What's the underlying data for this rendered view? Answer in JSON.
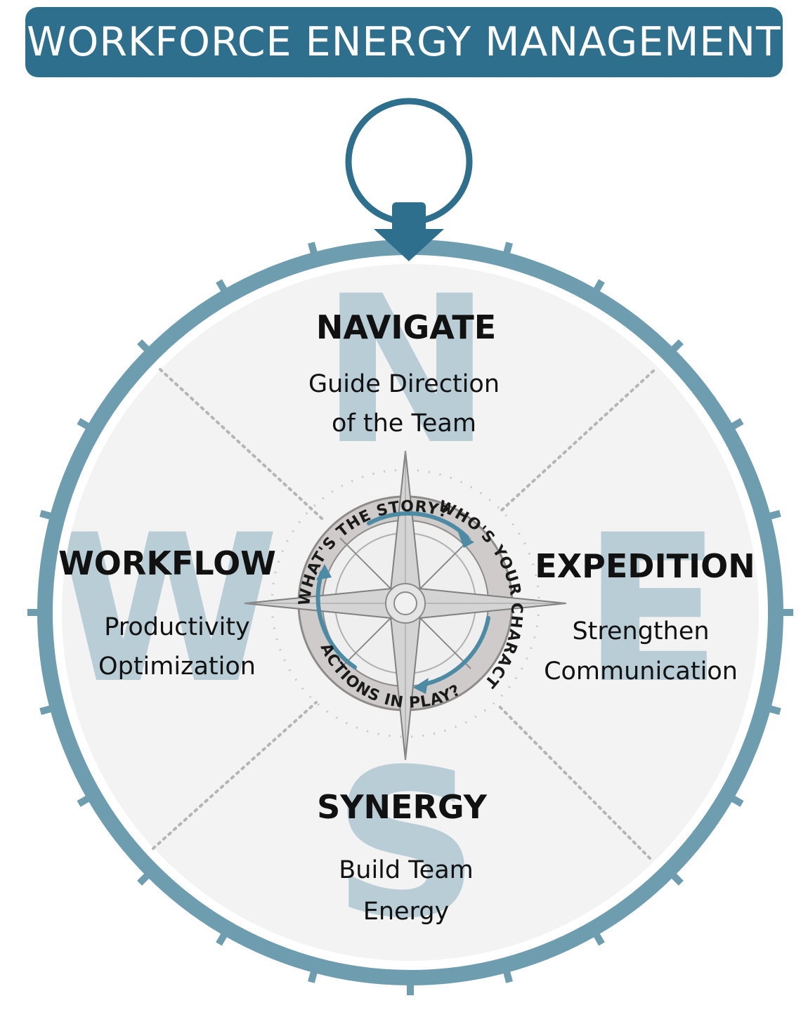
{
  "title": "WORKFORCE ENERGY MANAGEMENT",
  "colors": {
    "accent": "#2d6f8c",
    "rim": "#6f9db0",
    "face": "#f3f3f3",
    "watermark_letters": "#b9cdd6",
    "center_ring": "#c9c5c4"
  },
  "compass": {
    "north": {
      "letter": "N",
      "heading": "NAVIGATE",
      "line1": "Guide Direction",
      "line2": "of the Team"
    },
    "east": {
      "letter": "E",
      "heading": "EXPEDITION",
      "line1": "Strengthen",
      "line2": "Communication"
    },
    "south": {
      "letter": "S",
      "heading": "SYNERGY",
      "line1": "Build Team",
      "line2": "Energy"
    },
    "west": {
      "letter": "W",
      "heading": "WORKFLOW",
      "line1": "Productivity",
      "line2": "Optimization"
    }
  },
  "center_ring": {
    "q1": "WHAT'S THE STORY?",
    "q2": "WHO'S YOUR CHARACTER?",
    "q3": "ACTIONS IN PLAY?"
  },
  "icons": [
    "compass-rose-icon",
    "pointer-arrow-icon",
    "hanging-loop-icon",
    "cycle-arrows-icon"
  ]
}
